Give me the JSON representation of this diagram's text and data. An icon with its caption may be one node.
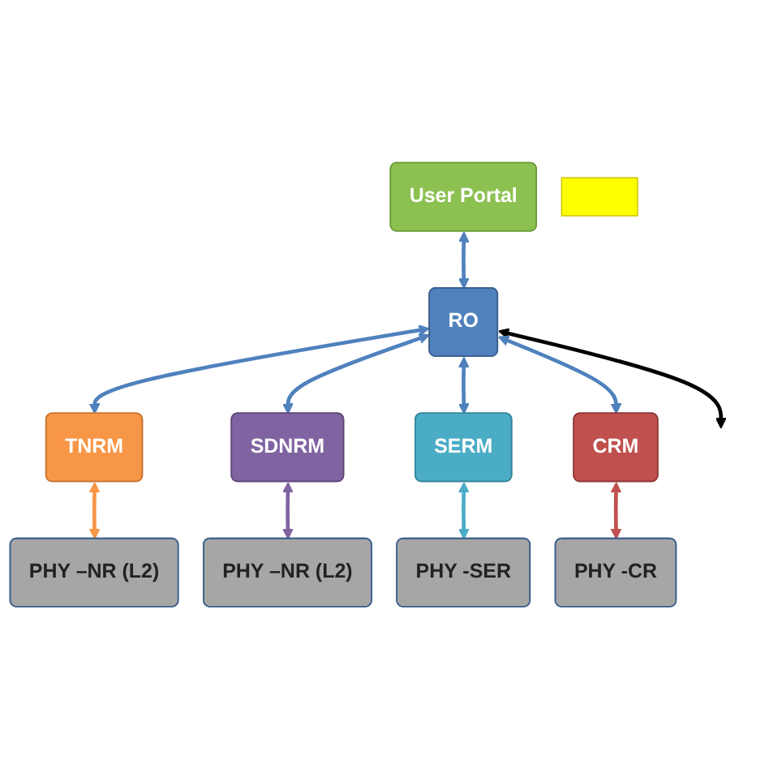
{
  "diagram": {
    "nodes": [
      {
        "text": [
          "User Portal"
        ]
      },
      {
        "text": [],
        "shape": "box"
      },
      {
        "text": [
          "RO"
        ]
      },
      {
        "text": [
          "TNRM"
        ]
      },
      {
        "text": [
          "SDNRM"
        ]
      },
      {
        "text": [
          "SERM"
        ]
      },
      {
        "text": [
          "CRM"
        ]
      },
      {
        "text": [
          "PHY –NR (L2)"
        ]
      },
      {
        "text": [
          "PHY –NR (L2)"
        ]
      },
      {
        "text": [
          "PHY -SER"
        ]
      },
      {
        "text": [
          "PHY -CR"
        ]
      }
    ],
    "edges": [
      {
        "from": 0,
        "to": 2,
        "arrow": "both"
      },
      {
        "from": 2,
        "to": null,
        "arrow": "both",
        "color": "#000000"
      },
      {
        "from": 2,
        "to": 3,
        "arrow": "both"
      },
      {
        "from": 2,
        "to": 4,
        "arrow": "both"
      },
      {
        "from": 2,
        "to": 5,
        "arrow": "both"
      },
      {
        "from": 2,
        "to": 6,
        "arrow": "both"
      },
      {
        "from": 3,
        "to": 7,
        "arrow": "both",
        "color": "#f79646"
      },
      {
        "from": 4,
        "to": 8,
        "arrow": "both",
        "color": "#8064a2"
      },
      {
        "from": 5,
        "to": 9,
        "arrow": "both",
        "color": "#4bacc6"
      },
      {
        "from": 6,
        "to": 10,
        "arrow": "both",
        "color": "#c0504d"
      }
    ]
  }
}
